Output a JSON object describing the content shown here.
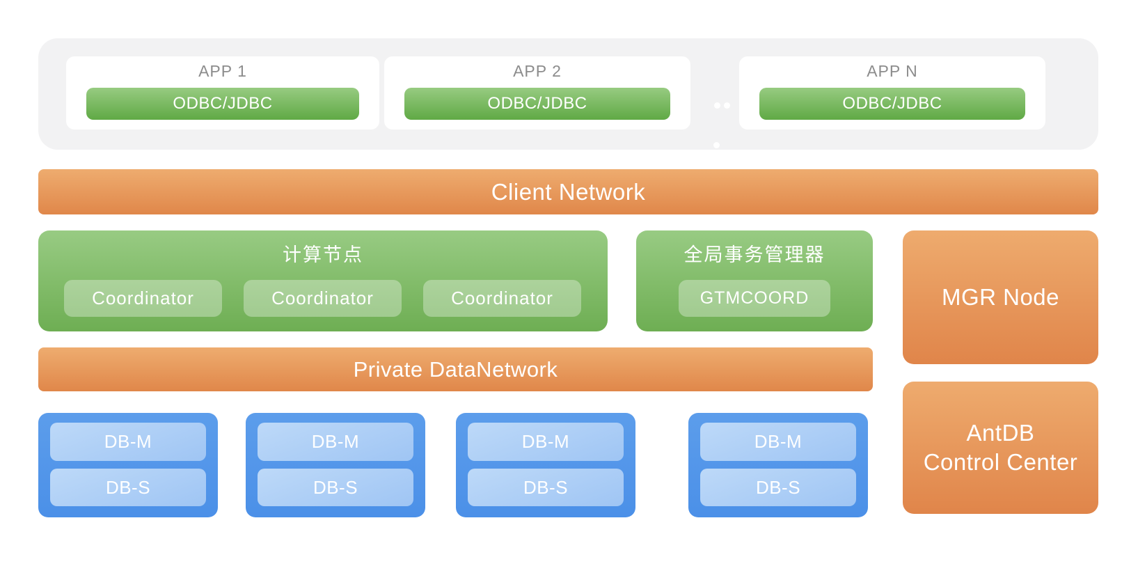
{
  "app_layer": {
    "apps": [
      {
        "name": "APP 1",
        "connector": "ODBC/JDBC"
      },
      {
        "name": "APP 2",
        "connector": "ODBC/JDBC"
      },
      {
        "name": "APP N",
        "connector": "ODBC/JDBC"
      }
    ]
  },
  "client_network": {
    "label": "Client Network"
  },
  "compute": {
    "title": "计算节点",
    "nodes": [
      "Coordinator",
      "Coordinator",
      "Coordinator"
    ]
  },
  "gtm": {
    "title": "全局事务管理器",
    "node": "GTMCOORD"
  },
  "mgr": {
    "label": "MGR Node"
  },
  "private_network": {
    "label": "Private DataNetwork"
  },
  "data_nodes": [
    {
      "master": "DB-M",
      "slave": "DB-S"
    },
    {
      "master": "DB-M",
      "slave": "DB-S"
    },
    {
      "master": "DB-M",
      "slave": "DB-S"
    },
    {
      "master": "DB-M",
      "slave": "DB-S"
    }
  ],
  "control_center": {
    "line1": "AntDB",
    "line2": "Control Center"
  },
  "colors": {
    "orange_top": "#eeac6f",
    "orange_bottom": "#e0874a",
    "green_top": "#98cb83",
    "green_bottom": "#6eae53",
    "button_green_top": "#97cb81",
    "button_green_bottom": "#60a945",
    "blue_outer": "#5295e9",
    "blue_inner_top": "#bdd9f8",
    "blue_inner_bottom": "#9fc5f4",
    "tier_gray": "#f2f2f3",
    "app_text_gray": "#8c8c8c",
    "text_white": "#ffffff"
  }
}
